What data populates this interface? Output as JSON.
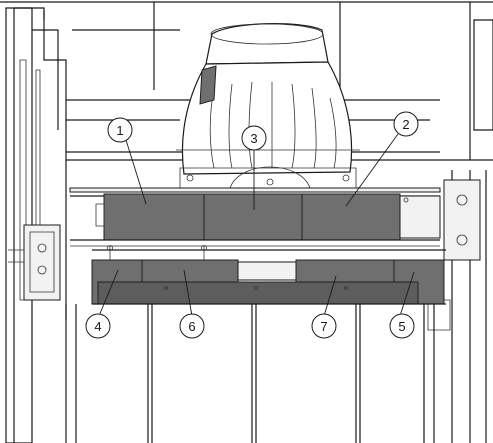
{
  "callouts": [
    {
      "id": "1",
      "label": "1"
    },
    {
      "id": "2",
      "label": "2"
    },
    {
      "id": "3",
      "label": "3"
    },
    {
      "id": "4",
      "label": "4"
    },
    {
      "id": "5",
      "label": "5"
    },
    {
      "id": "6",
      "label": "6"
    },
    {
      "id": "7",
      "label": "7"
    }
  ],
  "colors": {
    "baffle": "#6f6f6f",
    "baffle_dark": "#5d5d5d",
    "line": "#1a1a1a",
    "background": "#ffffff"
  }
}
